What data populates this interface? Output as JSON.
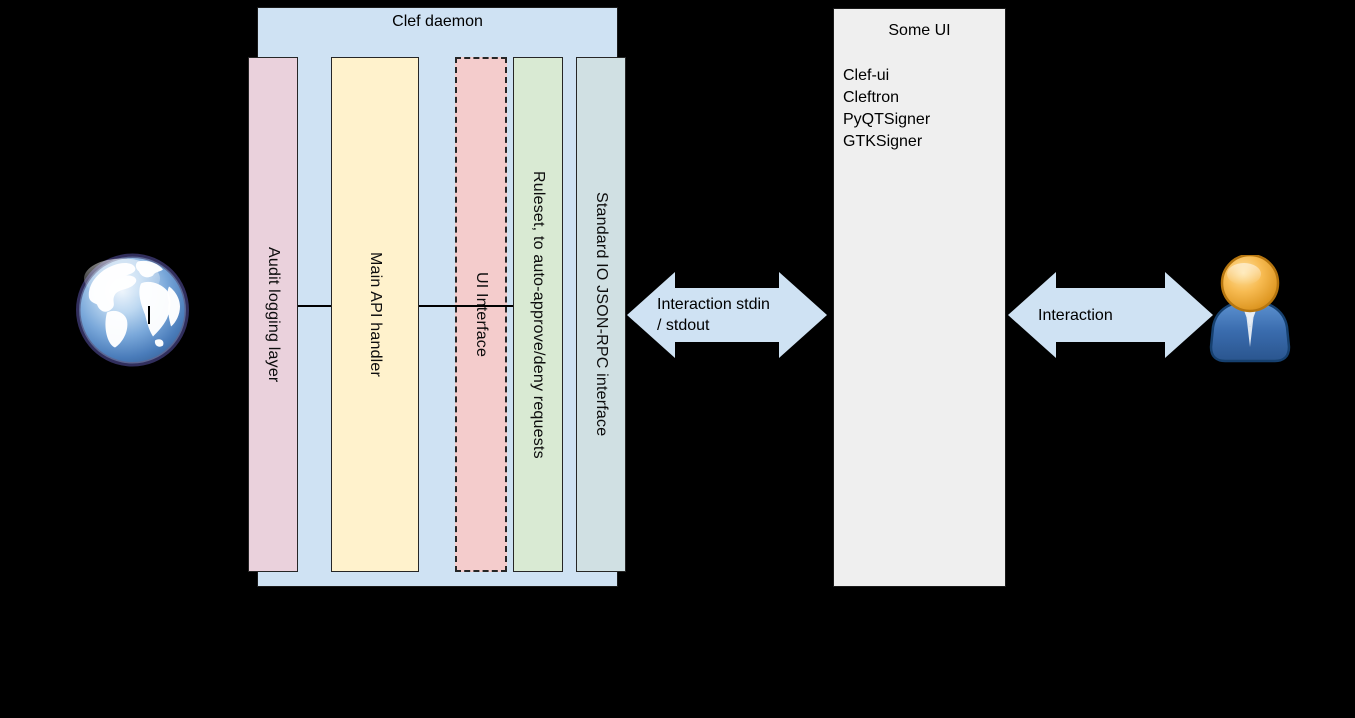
{
  "canvas": {
    "background": "#000000"
  },
  "clef_daemon": {
    "title": "Clef daemon",
    "fill": "#cfe2f3",
    "bars": [
      {
        "label": "Audit logging layer",
        "fill": "#ead1dc",
        "border": "solid"
      },
      {
        "label": "Main API handler",
        "fill": "#fff2cc",
        "border": "solid"
      },
      {
        "label": "UI Interface",
        "fill": "#f4cccc",
        "border": "dashed"
      },
      {
        "label": "Ruleset, to auto-approve/deny requests",
        "fill": "#d9ead3",
        "border": "solid"
      },
      {
        "label": "Standard IO JSON-RPC interface",
        "fill": "#d0e0e3",
        "border": "solid"
      }
    ]
  },
  "stdio_arrow": {
    "line1": "Interaction stdin",
    "line2": "/ stdout",
    "fill": "#cfe2f3"
  },
  "user_arrow": {
    "label": "Interaction",
    "fill": "#cfe2f3"
  },
  "some_ui": {
    "title": "Some UI",
    "fill": "#efefef",
    "items": [
      "Clef-ui",
      "Cleftron",
      "PyQTSigner",
      "GTKSigner"
    ]
  },
  "icons": {
    "globe": "internet-globe",
    "user": "person"
  }
}
